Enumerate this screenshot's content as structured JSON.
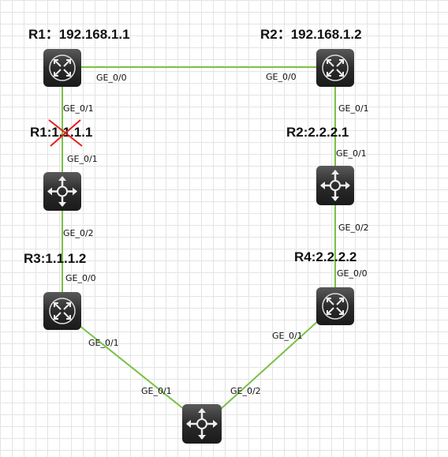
{
  "colors": {
    "link": "#7ac143",
    "device_dark": "#2b2b2b",
    "device_light": "#5a5a5a",
    "cross_mark": "#e0201b",
    "grid": "#e4e4e4"
  },
  "nodes": {
    "r1_label": "R1：192.168.1.1",
    "r2_label": "R2：192.168.1.2",
    "r1_sub_label": "R1:1.1.1.1",
    "r2_sub_label": "R2:2.2.2.1",
    "r3_label": "R3:1.1.1.2",
    "r4_label": "R4:2.2.2.2"
  },
  "ports": {
    "r1_right": "GE_0/0",
    "r2_left": "GE_0/0",
    "r1_down": "GE_0/1",
    "r2_down": "GE_0/1",
    "sw_left_up": "GE_0/1",
    "sw_right_up": "GE_0/1",
    "sw_left_down": "GE_0/2",
    "sw_right_down": "GE_0/2",
    "r3_up": "GE_0/0",
    "r4_up": "GE_0/0",
    "r3_down": "GE_0/1",
    "r4_down": "GE_0/1",
    "sw_bottom_left": "GE_0/1",
    "sw_bottom_right": "GE_0/2"
  },
  "icons": {
    "router": "router-icon",
    "switch": "switch-icon",
    "cross": "cross-mark-icon"
  }
}
